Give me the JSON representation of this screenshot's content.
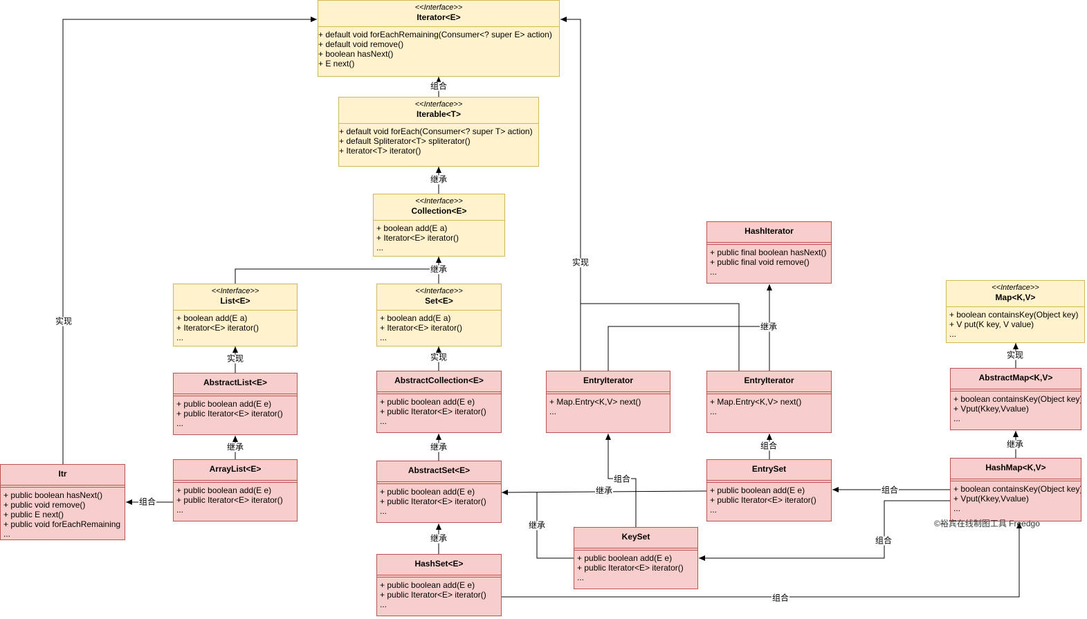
{
  "classes": {
    "iterator": {
      "stereotype": "<<Interface>>",
      "name": "Iterator<E>",
      "members": [
        "+ default void forEachRemaining(Consumer<? super E> action)",
        "+ default void remove()",
        "+ boolean hasNext()",
        "+ E next()"
      ]
    },
    "iterable": {
      "stereotype": "<<Interface>>",
      "name": "Iterable<T>",
      "members": [
        "+ default void forEach(Consumer<? super T> action)",
        "+ default Spliterator<T> spliterator()",
        "+ Iterator<T> iterator()"
      ]
    },
    "collection": {
      "stereotype": "<<Interface>>",
      "name": "Collection<E>",
      "members": [
        "+ boolean add(E a)",
        "+ Iterator<E> iterator()",
        "..."
      ]
    },
    "list": {
      "stereotype": "<<Interface>>",
      "name": "List<E>",
      "members": [
        "+ boolean add(E a)",
        "+ Iterator<E> iterator()",
        "..."
      ]
    },
    "set": {
      "stereotype": "<<Interface>>",
      "name": "Set<E>",
      "members": [
        "+ boolean add(E a)",
        "+ Iterator<E> iterator()",
        "..."
      ]
    },
    "map": {
      "stereotype": "<<Interface>>",
      "name": "Map<K,V>",
      "members": [
        "+ boolean containsKey(Object key)",
        "+ V put(K key, V value)",
        "..."
      ]
    },
    "abstract_list": {
      "name": "AbstractList<E>",
      "members": [
        "+ public boolean add(E e)",
        "+ public Iterator<E> iterator()",
        "..."
      ]
    },
    "array_list": {
      "name": "ArrayList<E>",
      "members": [
        "+ public boolean add(E e)",
        "+ public Iterator<E> iterator()",
        "..."
      ]
    },
    "itr": {
      "name": "Itr",
      "members": [
        "+ public boolean hasNext()",
        "+ public void remove()",
        "+ public E next()",
        "+ public void forEachRemaining",
        "..."
      ]
    },
    "abstract_collection": {
      "name": "AbstractCollection<E>",
      "members": [
        "+ public boolean add(E e)",
        "+ public Iterator<E> iterator()",
        "..."
      ]
    },
    "abstract_set": {
      "name": "AbstractSet<E>",
      "members": [
        "+ public boolean add(E e)",
        "+ public Iterator<E> iterator()",
        "..."
      ]
    },
    "hash_set": {
      "name": "HashSet<E>",
      "members": [
        "+ public boolean add(E e)",
        "+ public Iterator<E> iterator()",
        "..."
      ]
    },
    "hash_iterator": {
      "name": "HashIterator",
      "members": [
        "+ public final boolean hasNext()",
        "+ public final void remove()",
        "..."
      ]
    },
    "entry_iterator_left": {
      "name": "EntryIterator",
      "members": [
        "+ Map.Entry<K,V> next()",
        "..."
      ]
    },
    "entry_iterator_right": {
      "name": "EntryIterator",
      "members": [
        "+ Map.Entry<K,V> next()",
        "..."
      ]
    },
    "entry_set": {
      "name": "EntrySet",
      "members": [
        "+ public boolean add(E e)",
        "+ public Iterator<E> iterator()",
        "..."
      ]
    },
    "key_set": {
      "name": "KeySet",
      "members": [
        "+ public boolean add(E e)",
        "+ public Iterator<E> iterator()",
        "..."
      ]
    },
    "abstract_map": {
      "name": "AbstractMap<K,V>",
      "members": [
        "+ boolean containsKey(Object key)",
        "+ Vput(Kkey,Vvalue)",
        "..."
      ]
    },
    "hash_map": {
      "name": "HashMap<K,V>",
      "members": [
        "+ boolean containsKey(Object key)",
        "+ Vput(Kkey,Vvalue)",
        "..."
      ]
    }
  },
  "edge_labels": {
    "compose": "组合",
    "inherit": "继承",
    "implement": "实现"
  },
  "watermark": "©裕宾在线制图工具 Freedgo",
  "colors": {
    "class_fill": "#f8cecc",
    "class_border": "#b85450",
    "iface_fill": "#fff2cc",
    "iface_border": "#d6b656",
    "line": "#000000"
  }
}
